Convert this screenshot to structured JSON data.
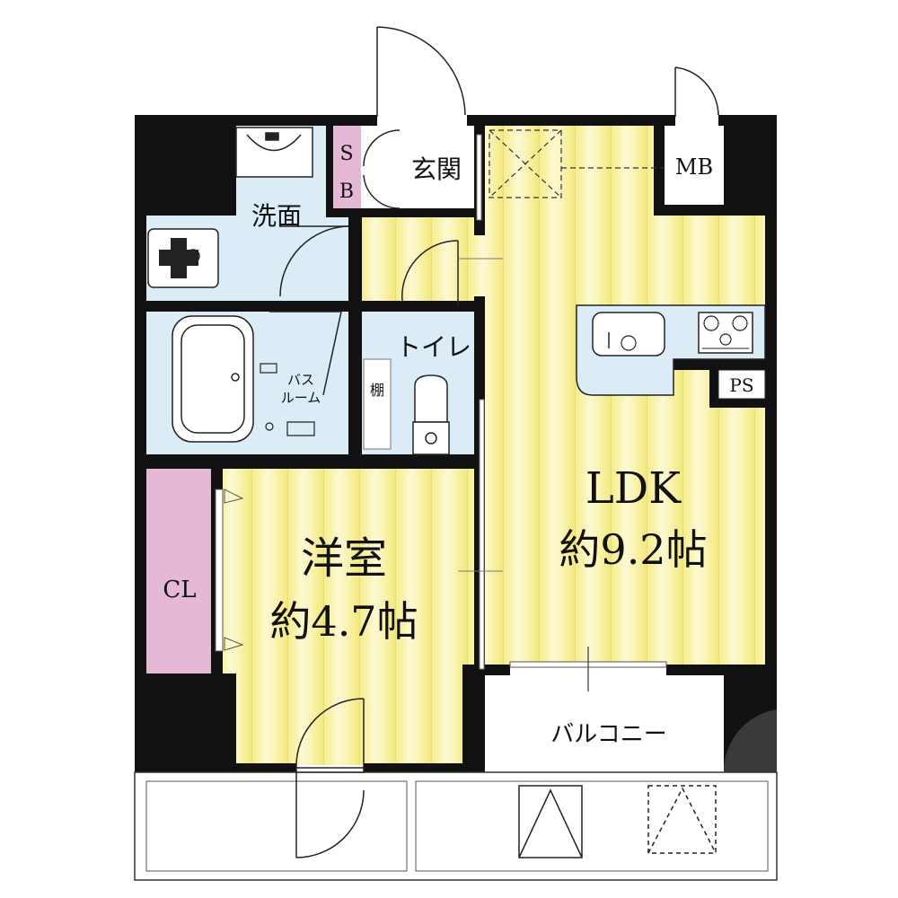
{
  "colors": {
    "wall": "#111111",
    "floor": "#fcf7c0",
    "floor_stripe": "#f2ea86",
    "wet_area": "#dbecf7",
    "storage": "#e5b8d6",
    "balcony": "#ffffff",
    "line": "#222222"
  },
  "rooms": {
    "ldk_name": "LDK",
    "ldk_size": "約9.2帖",
    "western_name": "洋室",
    "western_size": "約4.7帖",
    "washroom": "洗面",
    "entrance": "玄関",
    "toilet": "トイレ",
    "shelf": "棚",
    "bath_line1": "バス",
    "bath_line2": "ルーム",
    "balcony": "バルコニー",
    "closet": "CL",
    "meter_box": "MB",
    "pipe_space": "PS",
    "shoe_box_s": "S",
    "shoe_box_b": "B"
  },
  "icons": [
    "kitchen-sink-icon",
    "gas-stove-icon",
    "toilet-icon",
    "bathtub-icon",
    "washbasin-icon",
    "washing-machine-pan-icon",
    "air-conditioner-unit-icon",
    "door-swing-icon"
  ]
}
